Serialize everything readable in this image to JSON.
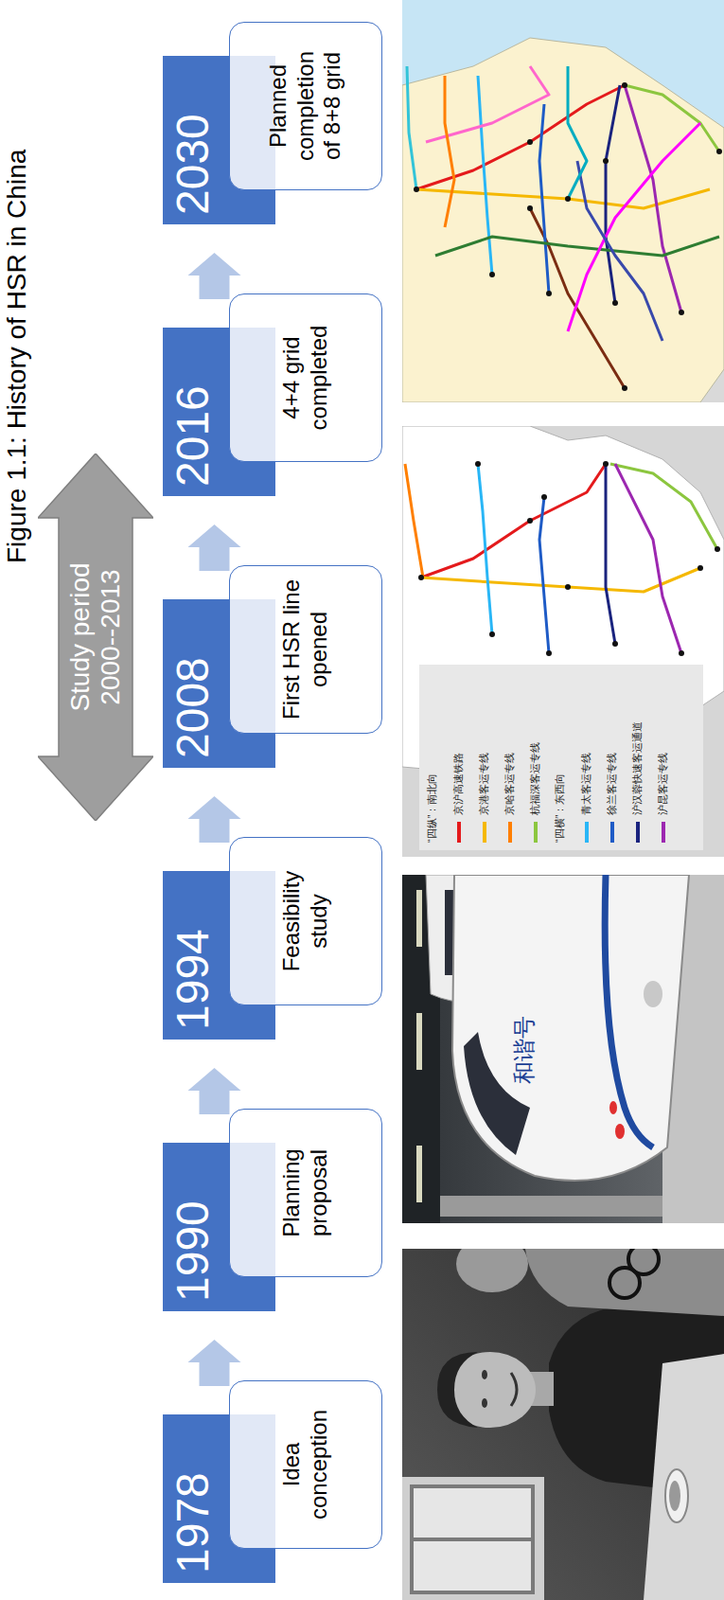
{
  "diagram": {
    "title": "Figure 1.1: History of HSR in China",
    "nodes": [
      {
        "text": [
          "Study period 2000--2013"
        ]
      },
      {
        "text": [
          "1978"
        ]
      },
      {
        "text": [
          "Idea conception"
        ]
      },
      {
        "text": [
          "1990"
        ]
      },
      {
        "text": [
          "Planning proposal"
        ]
      },
      {
        "text": [
          "1994"
        ]
      },
      {
        "text": [
          "Feasibility study"
        ]
      },
      {
        "text": [
          "2008"
        ]
      },
      {
        "text": [
          "First HSR line opened"
        ]
      },
      {
        "text": [
          "2016"
        ]
      },
      {
        "text": [
          "4+4 grid completed"
        ]
      },
      {
        "text": [
          "2030"
        ]
      },
      {
        "text": [
          "Planned completion of 8+8 grid"
        ]
      }
    ],
    "edges": [
      {
        "from": 1,
        "to": 3,
        "arrow": "to"
      },
      {
        "from": 3,
        "to": 5,
        "arrow": "to"
      },
      {
        "from": 5,
        "to": 7,
        "arrow": "to"
      },
      {
        "from": 7,
        "to": 9,
        "arrow": "to"
      },
      {
        "from": 9,
        "to": 11,
        "arrow": "to"
      }
    ],
    "labels": [
      "和谐号",
      "“四纵”：南北向",
      "“四横”：东西向"
    ],
    "legend": [
      {
        "text": "京沪高速铁路",
        "color": "#e41a1c"
      },
      {
        "text": "京港客运专线",
        "color": "#f5b800"
      },
      {
        "text": "京哈客运专线",
        "color": "#ff7f00"
      },
      {
        "text": "杭福深客运专线",
        "color": "#8cc63f"
      },
      {
        "text": "青太客运专线",
        "color": "#29b6f6"
      },
      {
        "text": "徐兰客运专线",
        "color": "#1e5bc6"
      },
      {
        "text": "沪汉蓉快速客运通道",
        "color": "#1a237e"
      },
      {
        "text": "沪昆客运专线",
        "color": "#9c27b0"
      }
    ]
  }
}
